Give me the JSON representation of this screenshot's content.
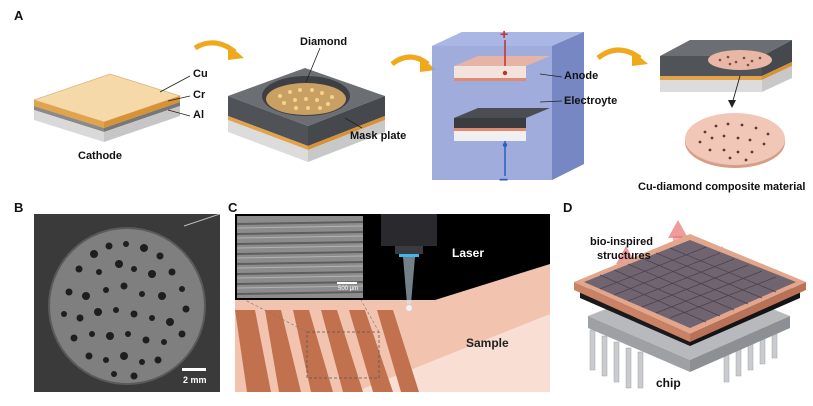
{
  "panels": {
    "a": {
      "label": "A",
      "cathode_layers": [
        "Cu",
        "Cr",
        "Al"
      ],
      "cathode": "Cathode",
      "diamond": "Diamond",
      "mask_plate": "Mask plate",
      "electrode_plus": "+",
      "electrode_minus": "−",
      "anode": "Anode",
      "electrolyte": "Electroyte",
      "composite": "Cu-diamond composite material"
    },
    "b": {
      "label": "B",
      "scale_bar": "2 mm"
    },
    "c": {
      "label": "C",
      "laser": "Laser",
      "sample": "Sample",
      "inset_scale": "500 μm"
    },
    "d": {
      "label": "D",
      "structures_line1": "bio-inspired",
      "structures_line2": "structures",
      "chip": "chip"
    }
  },
  "colors": {
    "arrow": "#f0a81c",
    "copper": "#e8b98a",
    "electrolyte": "#8f9fd6",
    "electrode_plus": "#c0322b",
    "electrode_minus": "#2b5fc0",
    "laser_bg": "#000000",
    "sample": "#f2c4b0",
    "heat_arrow": "#e87070"
  }
}
